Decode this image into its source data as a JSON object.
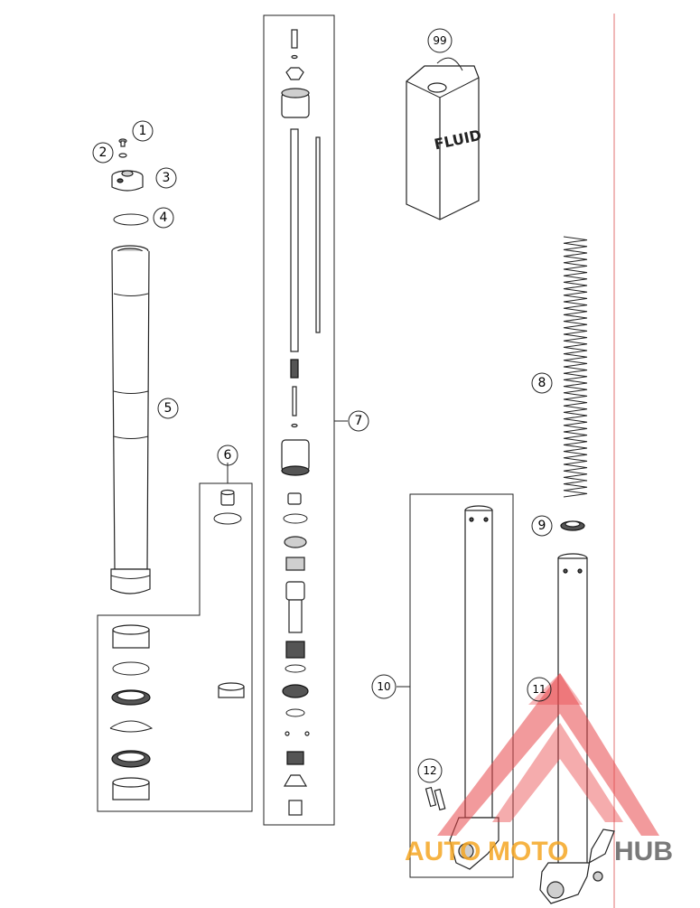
{
  "callouts": [
    {
      "id": "c1",
      "label": "1"
    },
    {
      "id": "c2",
      "label": "2"
    },
    {
      "id": "c3",
      "label": "3"
    },
    {
      "id": "c4",
      "label": "4"
    },
    {
      "id": "c5",
      "label": "5"
    },
    {
      "id": "c6",
      "label": "6"
    },
    {
      "id": "c7",
      "label": "7"
    },
    {
      "id": "c8",
      "label": "8"
    },
    {
      "id": "c9",
      "label": "9"
    },
    {
      "id": "c10",
      "label": "10"
    },
    {
      "id": "c11",
      "label": "11"
    },
    {
      "id": "c12",
      "label": "12"
    },
    {
      "id": "c99",
      "label": "99"
    }
  ],
  "canister": {
    "label": "FLUID"
  },
  "watermark": {
    "text_a": "AUTO",
    "text_b": "MOTO",
    "text_c": "HUB",
    "color_red": "#e8474a",
    "color_orange": "#f5a623",
    "color_grey": "#6b6b6b"
  },
  "colors": {
    "margin_line": "#e07070"
  }
}
